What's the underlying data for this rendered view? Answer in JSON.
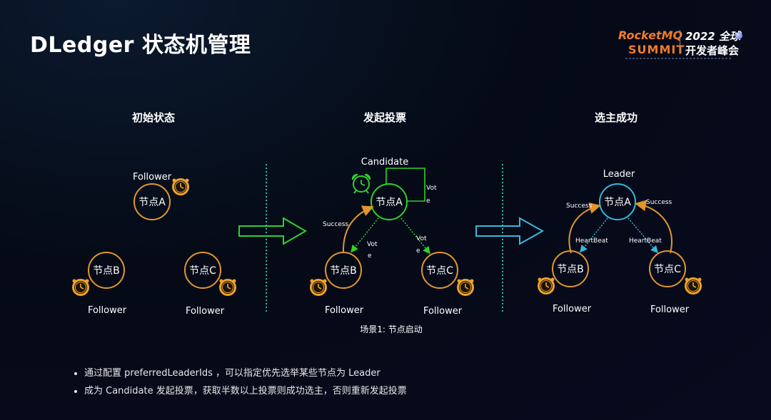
{
  "title": "DLedger 状态机管理",
  "logo": {
    "brand": "RocketMQ",
    "summit": "SUMMIT",
    "year": "2022 全球",
    "conference": "开发者峰会"
  },
  "panels": [
    {
      "heading": "初始状态",
      "node_a": {
        "label": "节点A",
        "role": "Follower"
      },
      "node_b": {
        "label": "节点B",
        "role": "Follower"
      },
      "node_c": {
        "label": "节点C",
        "role": "Follower"
      }
    },
    {
      "heading": "发起投票",
      "node_a": {
        "label": "节点A",
        "role": "Candidate"
      },
      "node_b": {
        "label": "节点B",
        "role": "Follower"
      },
      "node_c": {
        "label": "节点C",
        "role": "Follower"
      },
      "self_vote_1": "Vot",
      "self_vote_2": "e",
      "vote_b_1": "Vot",
      "vote_b_2": "e",
      "vote_c_1": "Vot",
      "vote_c_2": "e",
      "success": "Success",
      "caption": "场景1: 节点启动"
    },
    {
      "heading": "选主成功",
      "node_a": {
        "label": "节点A",
        "role": "Leader"
      },
      "node_b": {
        "label": "节点B",
        "role": "Follower"
      },
      "node_c": {
        "label": "节点C",
        "role": "Follower"
      },
      "success_left": "Success",
      "success_right": "Success",
      "heartbeat_left": "HeartBeat",
      "heartbeat_right": "HeartBeat"
    }
  ],
  "bullets": [
    "通过配置 preferredLeaderIds ，可以指定优先选举某些节点为 Leader",
    "成为 Candidate 发起投票，获取半数以上投票则成功选主，否则重新发起投票"
  ],
  "colors": {
    "follower": "#e2962c",
    "candidate": "#2ed12e",
    "leader": "#35b9dc",
    "vote_arrow": "#2ed12e",
    "heartbeat_arrow": "#35b9dc"
  }
}
